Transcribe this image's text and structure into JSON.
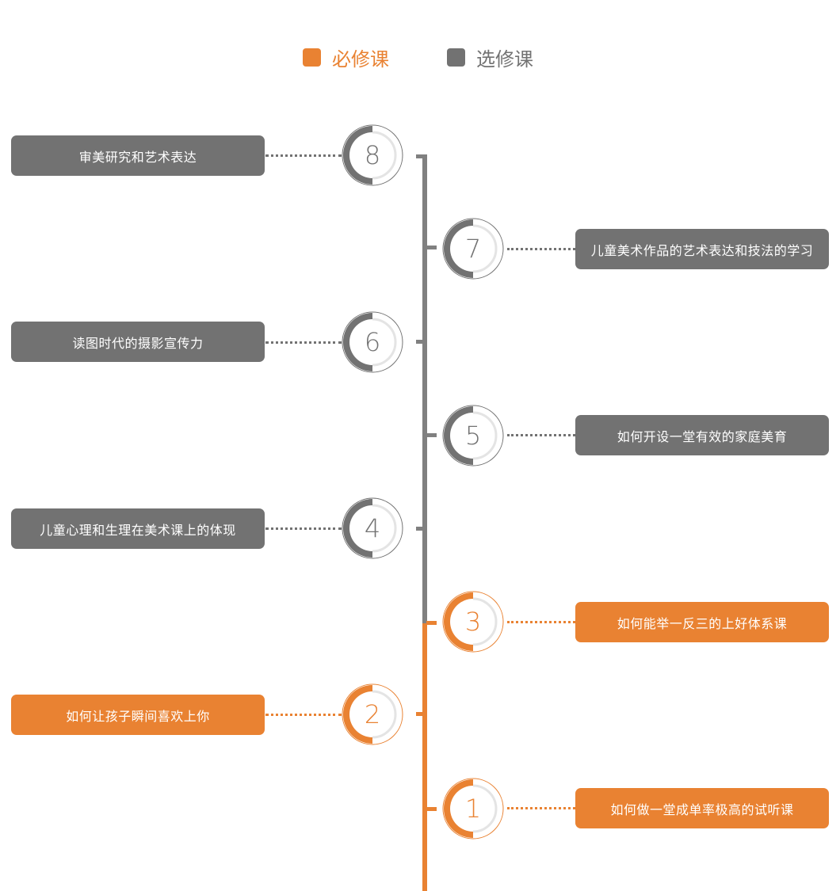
{
  "colors": {
    "required": "#e98232",
    "elective": "#727272",
    "spine_gray": "#808080"
  },
  "legend": {
    "required_label": "必修课",
    "elective_label": "选修课"
  },
  "courses": [
    {
      "number": "8",
      "title": "审美研究和艺术表达",
      "type": "elective"
    },
    {
      "number": "7",
      "title": "儿童美术作品的艺术表达和技法的学习",
      "type": "elective"
    },
    {
      "number": "6",
      "title": "读图时代的摄影宣传力",
      "type": "elective"
    },
    {
      "number": "5",
      "title": "如何开设一堂有效的家庭美育",
      "type": "elective"
    },
    {
      "number": "4",
      "title": "儿童心理和生理在美术课上的体现",
      "type": "elective"
    },
    {
      "number": "3",
      "title": "如何能举一反三的上好体系课",
      "type": "required"
    },
    {
      "number": "2",
      "title": "如何让孩子瞬间喜欢上你",
      "type": "required"
    },
    {
      "number": "1",
      "title": "如何做一堂成单率极高的试听课",
      "type": "required"
    }
  ]
}
